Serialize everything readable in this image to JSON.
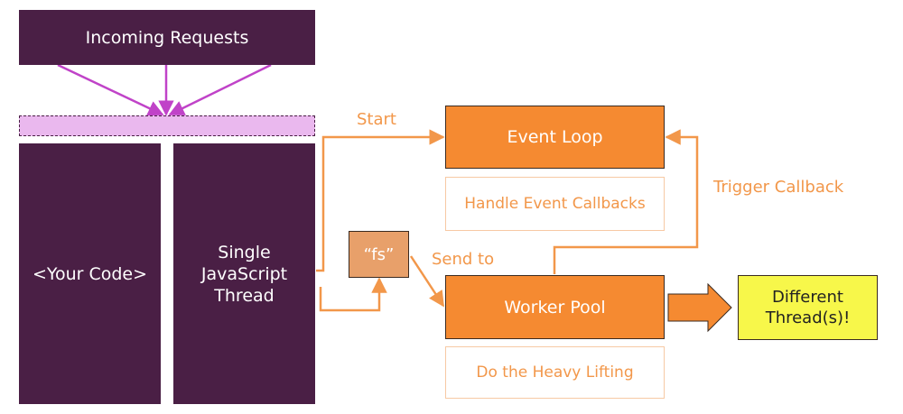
{
  "incoming": "Incoming Requests",
  "your_code": "<Your Code>",
  "thread": [
    "Single",
    "JavaScript",
    "Thread"
  ],
  "fs": "“fs”",
  "event_loop": "Event Loop",
  "handle_callbacks": "Handle Event Callbacks",
  "worker_pool": "Worker Pool",
  "heavy_lifting": "Do the Heavy Lifting",
  "different_thread": [
    "Different",
    "Thread(s)!"
  ],
  "labels": {
    "start": "Start",
    "send_to": "Send to",
    "trigger": "Trigger Callback"
  },
  "colors": {
    "dark": "#4a1f45",
    "orange": "#f58a31",
    "pale_orange": "#f2974a",
    "fs": "#e8a06a",
    "magenta": "#c043c8",
    "queue": "#eab8ee",
    "yellow": "#f7f74a"
  }
}
